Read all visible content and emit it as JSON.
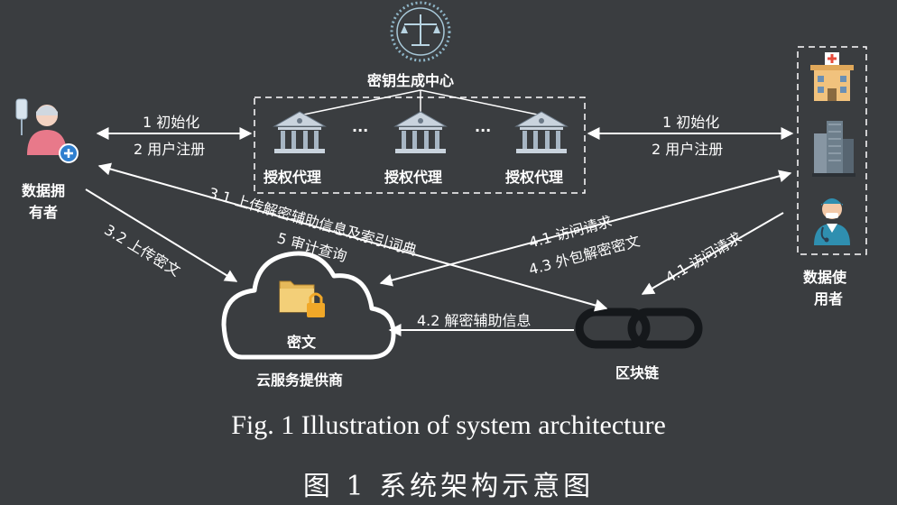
{
  "kgc": {
    "label": "密钥生成中心"
  },
  "proxies": [
    {
      "label": "授权代理"
    },
    {
      "label": "授权代理"
    },
    {
      "label": "授权代理"
    }
  ],
  "ellipsis": "···",
  "data_owner": {
    "line1": "数据拥",
    "line2": "有者"
  },
  "data_user": {
    "line1": "数据使",
    "line2": "用者"
  },
  "cloud": {
    "inner_label": "密文",
    "label": "云服务提供商"
  },
  "blockchain": {
    "label": "区块链"
  },
  "edges": {
    "owner_init": "1 初始化",
    "owner_register": "2 用户注册",
    "user_init": "1 初始化",
    "user_register": "2 用户注册",
    "upload_cipher": "3.2 上传密文",
    "upload_aux": "3.1 上传解密辅助信息及索引词典",
    "audit": "5 审计查询",
    "access_req_left": "4.1 访问请求",
    "outsource_decrypt": "4.3 外包解密密文",
    "access_req_right": "4.1 访问请求",
    "decrypt_aux": "4.2 解密辅助信息"
  },
  "caption": {
    "en": "Fig. 1 Illustration of system architecture",
    "cn": "图 1 系统架构示意图"
  },
  "colors": {
    "background": "#3a3d40",
    "foreground": "#ffffff"
  },
  "icons": [
    "scales-of-justice-seal-icon",
    "bank-building-icon",
    "patient-icon",
    "hospital-icon",
    "office-tower-icon",
    "doctor-icon",
    "padlock-folder-icon",
    "chain-link-icon"
  ]
}
